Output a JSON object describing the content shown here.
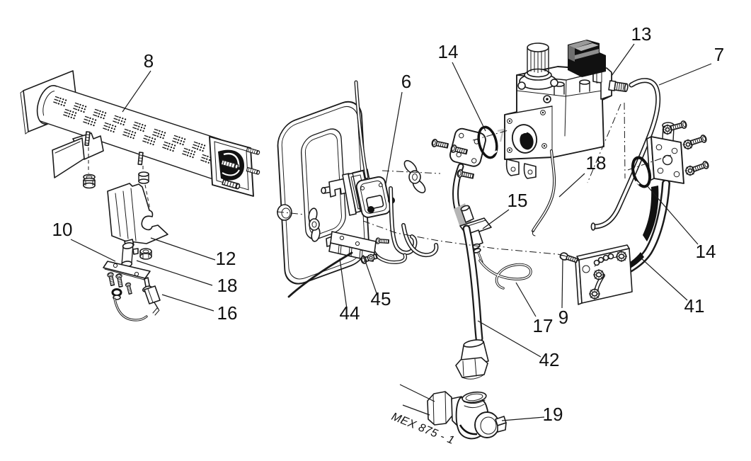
{
  "diagram": {
    "drawing_ref": "MEX 875 - 1",
    "background_color": "#ffffff",
    "line_color": "#1a1a1a",
    "shade_dark": "#111111",
    "shade_mid": "#8f8f8f",
    "shade_light": "#b5b5b5",
    "part_labels": [
      {
        "number": "8"
      },
      {
        "number": "10"
      },
      {
        "number": "12"
      },
      {
        "number": "18"
      },
      {
        "number": "16"
      },
      {
        "number": "6"
      },
      {
        "number": "44"
      },
      {
        "number": "45"
      },
      {
        "number": "14"
      },
      {
        "number": "13"
      },
      {
        "number": "7"
      },
      {
        "number": "18"
      },
      {
        "number": "15"
      },
      {
        "number": "17"
      },
      {
        "number": "9"
      },
      {
        "number": "41"
      },
      {
        "number": "14"
      },
      {
        "number": "42"
      },
      {
        "number": "19"
      }
    ]
  }
}
